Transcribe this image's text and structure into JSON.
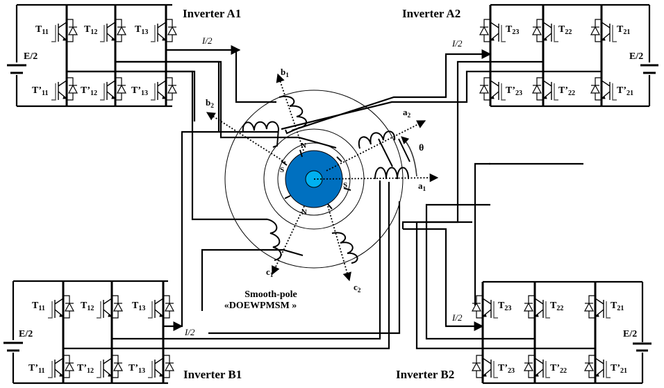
{
  "diagram": {
    "machine": {
      "title_line1": "Smooth-pole",
      "title_line2": "«DOEWPMSM »",
      "rotor_color": "#0070C0",
      "shaft_color": "#00B0F0",
      "poles": [
        "N",
        "S",
        "N",
        "S"
      ],
      "axes": [
        {
          "base": "a",
          "sub": "1"
        },
        {
          "base": "a",
          "sub": "2"
        },
        {
          "base": "b",
          "sub": "1"
        },
        {
          "base": "b",
          "sub": "2"
        },
        {
          "base": "c",
          "sub": "1"
        },
        {
          "base": "c",
          "sub": "2"
        }
      ],
      "angle_label": "θ"
    },
    "current_label": "I/2",
    "inverters": [
      {
        "title": "Inverter A1",
        "source": "E/2",
        "upper": [
          {
            "base": "T",
            "sub": "11"
          },
          {
            "base": "T",
            "sub": "12"
          },
          {
            "base": "T",
            "sub": "13"
          }
        ],
        "lower": [
          {
            "base": "T’",
            "sub": "11"
          },
          {
            "base": "T’",
            "sub": "12"
          },
          {
            "base": "T’",
            "sub": "13"
          }
        ]
      },
      {
        "title": "Inverter A2",
        "source": "E/2",
        "upper": [
          {
            "base": "T",
            "sub": "23"
          },
          {
            "base": "T",
            "sub": "22"
          },
          {
            "base": "T",
            "sub": "21"
          }
        ],
        "lower": [
          {
            "base": "T’",
            "sub": "23"
          },
          {
            "base": "T’",
            "sub": "22"
          },
          {
            "base": "T’",
            "sub": "21"
          }
        ]
      },
      {
        "title": "Inverter B1",
        "source": "E/2",
        "upper": [
          {
            "base": "T",
            "sub": "11"
          },
          {
            "base": "T",
            "sub": "12"
          },
          {
            "base": "T",
            "sub": "13"
          }
        ],
        "lower": [
          {
            "base": "T’",
            "sub": "11"
          },
          {
            "base": "T’",
            "sub": "12"
          },
          {
            "base": "T’",
            "sub": "13"
          }
        ]
      },
      {
        "title": "Inverter B2",
        "source": "E/2",
        "upper": [
          {
            "base": "T",
            "sub": "23"
          },
          {
            "base": "T",
            "sub": "22"
          },
          {
            "base": "T",
            "sub": "21"
          }
        ],
        "lower": [
          {
            "base": "T’",
            "sub": "23"
          },
          {
            "base": "T’",
            "sub": "22"
          },
          {
            "base": "T’",
            "sub": "21"
          }
        ]
      }
    ]
  }
}
